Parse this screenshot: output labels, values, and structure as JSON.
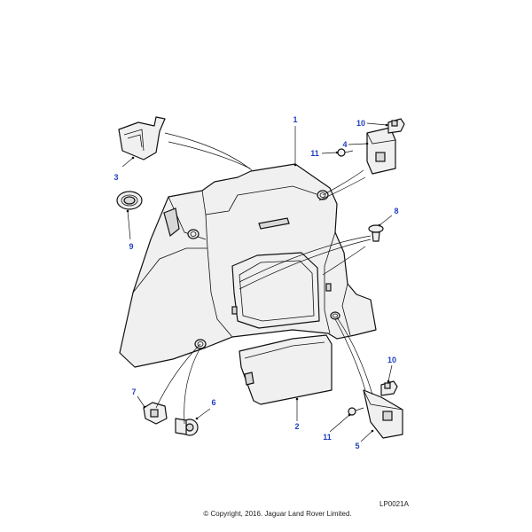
{
  "diagram": {
    "callouts": {
      "c1": "1",
      "c2": "2",
      "c3": "3",
      "c4": "4",
      "c5": "5",
      "c6": "6",
      "c7": "7",
      "c8": "8",
      "c9": "9",
      "c10a": "10",
      "c10b": "10",
      "c11a": "11",
      "c11b": "11"
    },
    "reference_code": "LP0021A",
    "copyright": "© Copyright, 2016. Jaguar Land Rover Limited."
  },
  "colors": {
    "callout": "#1f3fbf",
    "line": "#111111",
    "panel_fill": "#f0f0f0"
  }
}
